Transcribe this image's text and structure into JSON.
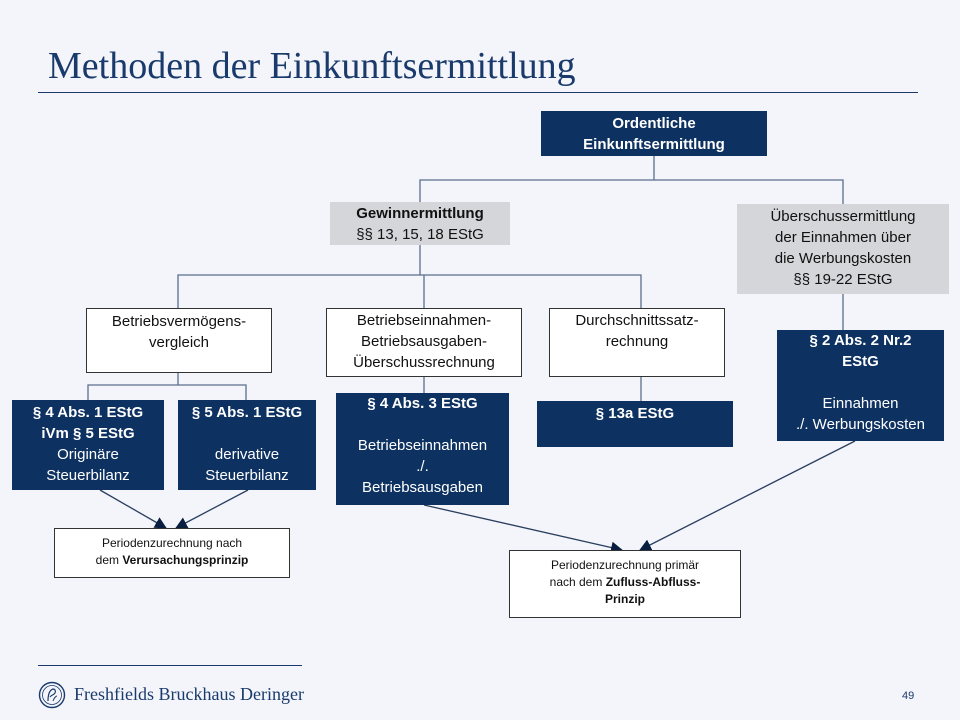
{
  "slide": {
    "title": "Methoden der Einkunftsermittlung",
    "page_number": "49",
    "footer_logo": "Freshfields Bruckhaus Deringer"
  },
  "diagram": {
    "root": {
      "line1": "Ordentliche",
      "line2": "Einkunftsermittlung"
    },
    "gewinn": {
      "line1": "Gewinnermittlung",
      "line2": "§§ 13, 15, 18 EStG"
    },
    "ueberschuss": {
      "line1": "Überschussermittlung",
      "line2": "der Einnahmen über",
      "line3": "die Werbungskosten",
      "line4": "§§ 19-22 EStG"
    },
    "bvv": {
      "line1": "Betriebsvermögens-",
      "line2": "vergleich"
    },
    "eur": {
      "line1": "Betriebseinnahmen-",
      "line2": "Betriebsausgaben-",
      "line3": "Überschussrechnung"
    },
    "dss": {
      "line1": "Durchschnittssatz-",
      "line2": "rechnung"
    },
    "p4abs1": {
      "line1": "§ 4 Abs. 1 EStG",
      "line2": "iVm § 5 EStG",
      "line3": "Originäre",
      "line4": "Steuerbilanz"
    },
    "p5abs1": {
      "line1": "§ 5 Abs. 1 EStG",
      "line2": "derivative",
      "line3": "Steuerbilanz"
    },
    "p4abs3": {
      "line1": "§ 4 Abs. 3 EStG",
      "line2": "Betriebseinnahmen",
      "line3": "./.",
      "line4": "Betriebsausgaben"
    },
    "p13a": {
      "line1": "§ 13a EStG"
    },
    "p2abs2": {
      "line1": "§ 2 Abs. 2 Nr.2",
      "line2": "EStG",
      "line3": "Einnahmen",
      "line4": "./. Werbungskosten"
    },
    "perioden_verursachung": {
      "line1": "Periodenzurechnung nach",
      "line2_prefix": "dem ",
      "line2_bold": "Verursachungsprinzip"
    },
    "perioden_zufluss": {
      "line1": "Periodenzurechnung primär",
      "line2_prefix": "nach dem ",
      "line2_bold": "Zufluss-Abfluss-",
      "line3_bold": "Prinzip"
    }
  },
  "colors": {
    "navy": "#0d3160",
    "gray_box": "#d4d6da",
    "title": "#1a3a6b",
    "line": "#5a6e8c"
  }
}
